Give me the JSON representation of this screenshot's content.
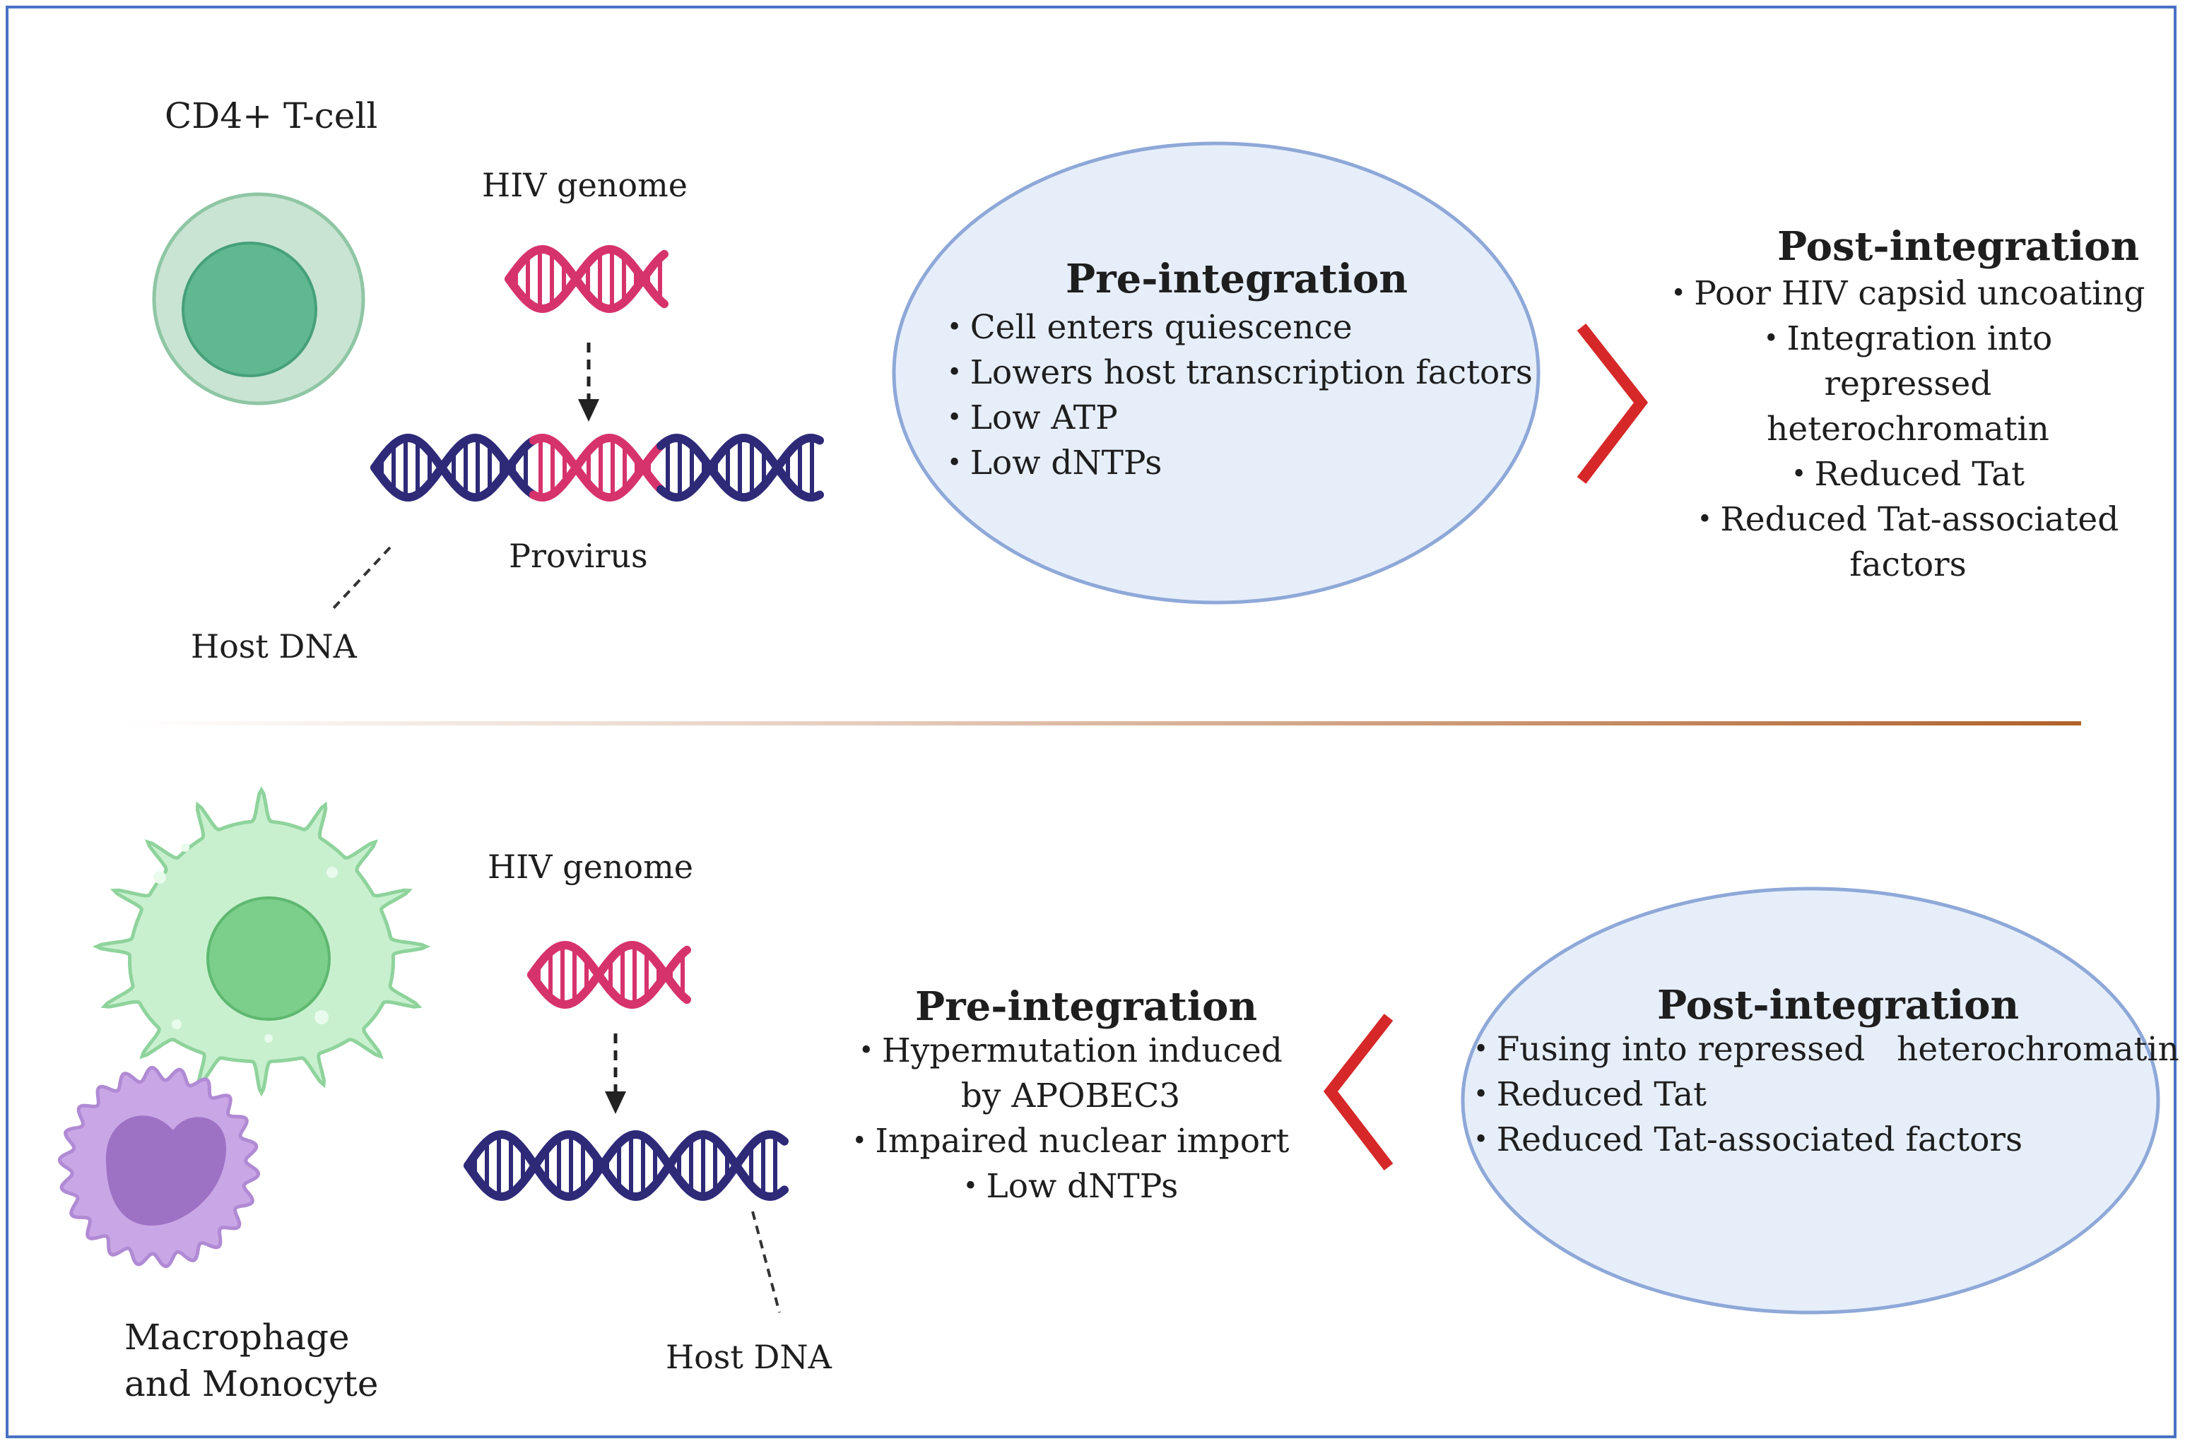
{
  "top": {
    "cell_label": "CD4+ T-cell",
    "genome_label": "HIV genome",
    "provirus_label": "Provirus",
    "host_dna_label": "Host DNA",
    "pre": {
      "title": "Pre-integration",
      "items": [
        "Cell enters quiescence",
        "Lowers host transcription factors",
        "Low ATP",
        "Low dNTPs"
      ]
    },
    "post": {
      "title": "Post-integration",
      "items": [
        "Poor HIV capsid uncoating",
        "Integration into repressed heterochromatin",
        "Reduced Tat",
        "Reduced Tat-associated factors"
      ]
    }
  },
  "bottom": {
    "cell_label_line1": "Macrophage",
    "cell_label_line2": "and Monocyte",
    "genome_label": "HIV genome",
    "host_dna_label": "Host DNA",
    "pre": {
      "title": "Pre-integration",
      "items": [
        "Hypermutation induced by APOBEC3",
        "Impaired nuclear import",
        "Low dNTPs"
      ]
    },
    "post": {
      "title": "Post-integration",
      "items": [
        "Fusing into repressed   heterochromatin",
        "Reduced Tat",
        "Reduced Tat-associated factors"
      ]
    }
  },
  "colors": {
    "frame": "#4a72c4",
    "host_dna": "#2e2a78",
    "hiv_dna": "#d6336c",
    "chevron": "#d62828",
    "ellipse_fill": "#e6eefa",
    "ellipse_stroke": "#8ea8d8",
    "tcell_outer": "#c9e4d3",
    "tcell_inner": "#5fb890",
    "macrophage": "#c8f0cf",
    "monocyte": "#c9a6e6"
  }
}
